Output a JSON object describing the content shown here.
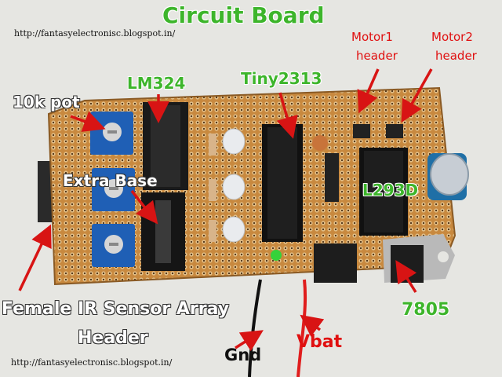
{
  "title": "Circuit Board",
  "urls": {
    "top": "http://fantasyelectronisc.blogspot.in/",
    "bottom": "http://fantasyelectronisc.blogspot.in/"
  },
  "labels": {
    "lm324": "LM324",
    "tiny2313": "Tiny2313",
    "motor1_line1": "Motor1",
    "motor1_line2": "header",
    "motor2_line1": "Motor2",
    "motor2_line2": "header",
    "pot": "10k pot",
    "extra_base": "Extra Base",
    "l293d": "L293D",
    "ir_line1": "Female IR Sensor Array",
    "ir_line2": "Header",
    "reg7805": "7805",
    "gnd": "Gnd",
    "vbat": "Vbat"
  },
  "colors": {
    "title_green": "#3db52b",
    "board": "#c98a42",
    "arrow_red": "#d81414",
    "pot_blue": "#1f5fb5"
  }
}
